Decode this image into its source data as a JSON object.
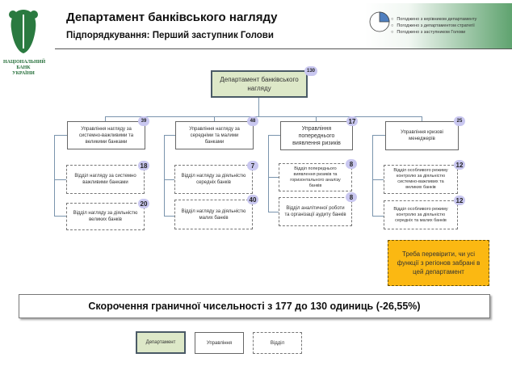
{
  "header": {
    "title": "Департамент банківського нагляду",
    "subtitle": "Підпорядкування: Перший заступник Голови",
    "logo_text": [
      "НАЦІОНАЛЬНИЙ",
      "БАНК",
      "УКРАЇНИ"
    ],
    "legend": [
      "Погоджено з керівником департаменту",
      "Погоджено з департаментом стратегії",
      "Погоджено з заступником Голови"
    ],
    "approval_progress": 0.25
  },
  "top": {
    "label": "Департамент банківського нагляду",
    "count": "130"
  },
  "columns": [
    {
      "label": "Управління нагляду за системно-важливими та великими банками",
      "count": "39",
      "children": [
        {
          "label": "Відділ нагляду за системно важливими банками",
          "count": "18"
        },
        {
          "label": "Відділ нагляду за діяльністю великих банків",
          "count": "20"
        }
      ]
    },
    {
      "label": "Управління нагляду за середніми та малими банками",
      "count": "48",
      "children": [
        {
          "label": "Відділ нагляду за діяльністю середніх банків",
          "count": "7"
        },
        {
          "label": "Відділ нагляду за діяльністю малих банків",
          "count": "40"
        }
      ]
    },
    {
      "label": "Управління попереднього виявлення ризиків",
      "count": "17",
      "children": [
        {
          "label": "Відділ попереднього виявлення ризиків та горизонтального аналізу банків",
          "count": "8"
        },
        {
          "label": "Відділ аналітичної роботи та організації аудиту банків",
          "count": "8"
        }
      ]
    },
    {
      "label": "Управління кризові менеджерів",
      "count": "25",
      "children": [
        {
          "label": "Відділ особливого режиму контролю за діяльністю системно-важливих та великих банків",
          "count": "12"
        },
        {
          "label": "Відділ особливого режиму контролю за діяльністю середніх та малих банків",
          "count": "12"
        }
      ]
    }
  ],
  "note": "Треба перевірити, чи усі функції з регіонов забрані в цей департамент",
  "summary": "Скорочення граничної чисельності з 177 до 130 одиниць (-26,55%)",
  "key": {
    "dept": "Департамент",
    "mgmt": "Управління",
    "div": "Відділ"
  }
}
